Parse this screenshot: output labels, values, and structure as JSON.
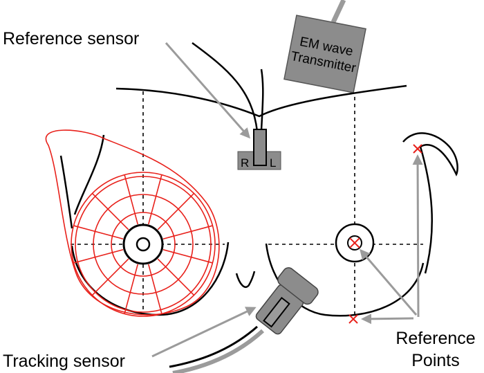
{
  "labels": {
    "reference_sensor": "Reference sensor",
    "tracking_sensor": "Tracking sensor",
    "reference_points_line1": "Reference",
    "reference_points_line2": "Points"
  },
  "transmitter": {
    "line1": "EM wave",
    "line2": "Transmitter"
  },
  "reference_sensor_box": {
    "left": "R",
    "right": "L"
  },
  "colors": {
    "outline": "#000000",
    "device": "#8c8c8c",
    "arrow": "#9b9b9b",
    "grid": "#e8201a"
  },
  "grid": {
    "rings": 3,
    "sectors": 12
  }
}
